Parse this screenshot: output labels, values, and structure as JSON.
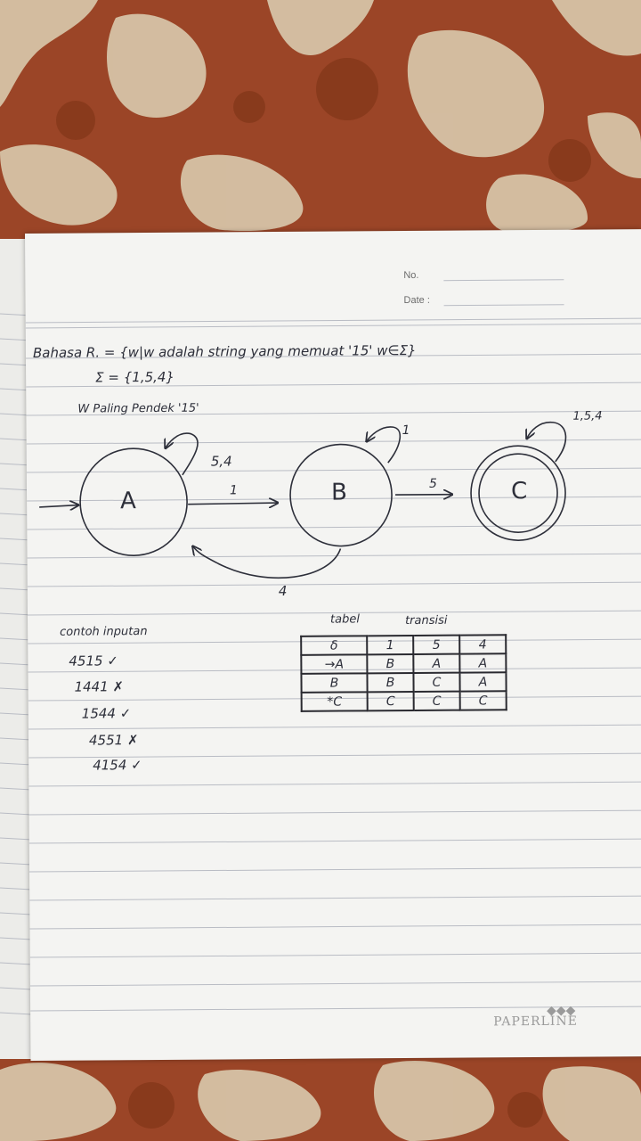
{
  "header": {
    "no_label": "No.",
    "date_label": "Date :"
  },
  "notes": {
    "language_def": "Bahasa R. = {w|w adalah string yang memuat '15' w∈Σ}",
    "sigma_def": "Σ = {1,5,4}",
    "shortest": "W Paling Pendek '15'",
    "examples_title": "contoh inputan",
    "examples": [
      "4515 ✓",
      "1441 ✗",
      "1544 ✓",
      "4551 ✗",
      "4154 ✓"
    ]
  },
  "diagram": {
    "states": [
      "A",
      "B",
      "C"
    ],
    "loop_a": "5,4",
    "loop_b": "1",
    "loop_c": "1,5,4",
    "edge_ab": "1",
    "edge_bc": "5",
    "edge_ba": "4",
    "start_arrow": "→",
    "final_state": "C"
  },
  "table": {
    "title_left": "tabel",
    "title_right": "transisi",
    "header": [
      "δ",
      "1",
      "5",
      "4"
    ],
    "rows": [
      [
        "→A",
        "B",
        "A",
        "A"
      ],
      [
        "B",
        "B",
        "C",
        "A"
      ],
      [
        "*C",
        "C",
        "C",
        "C"
      ]
    ]
  },
  "brand": "PAPERLINE",
  "brand_logo": "◆◆◆",
  "colors": {
    "ink": "#2d2f3a",
    "paper": "#f4f4f2",
    "floor": "#9a4a28",
    "line": "#b9bcc4"
  }
}
